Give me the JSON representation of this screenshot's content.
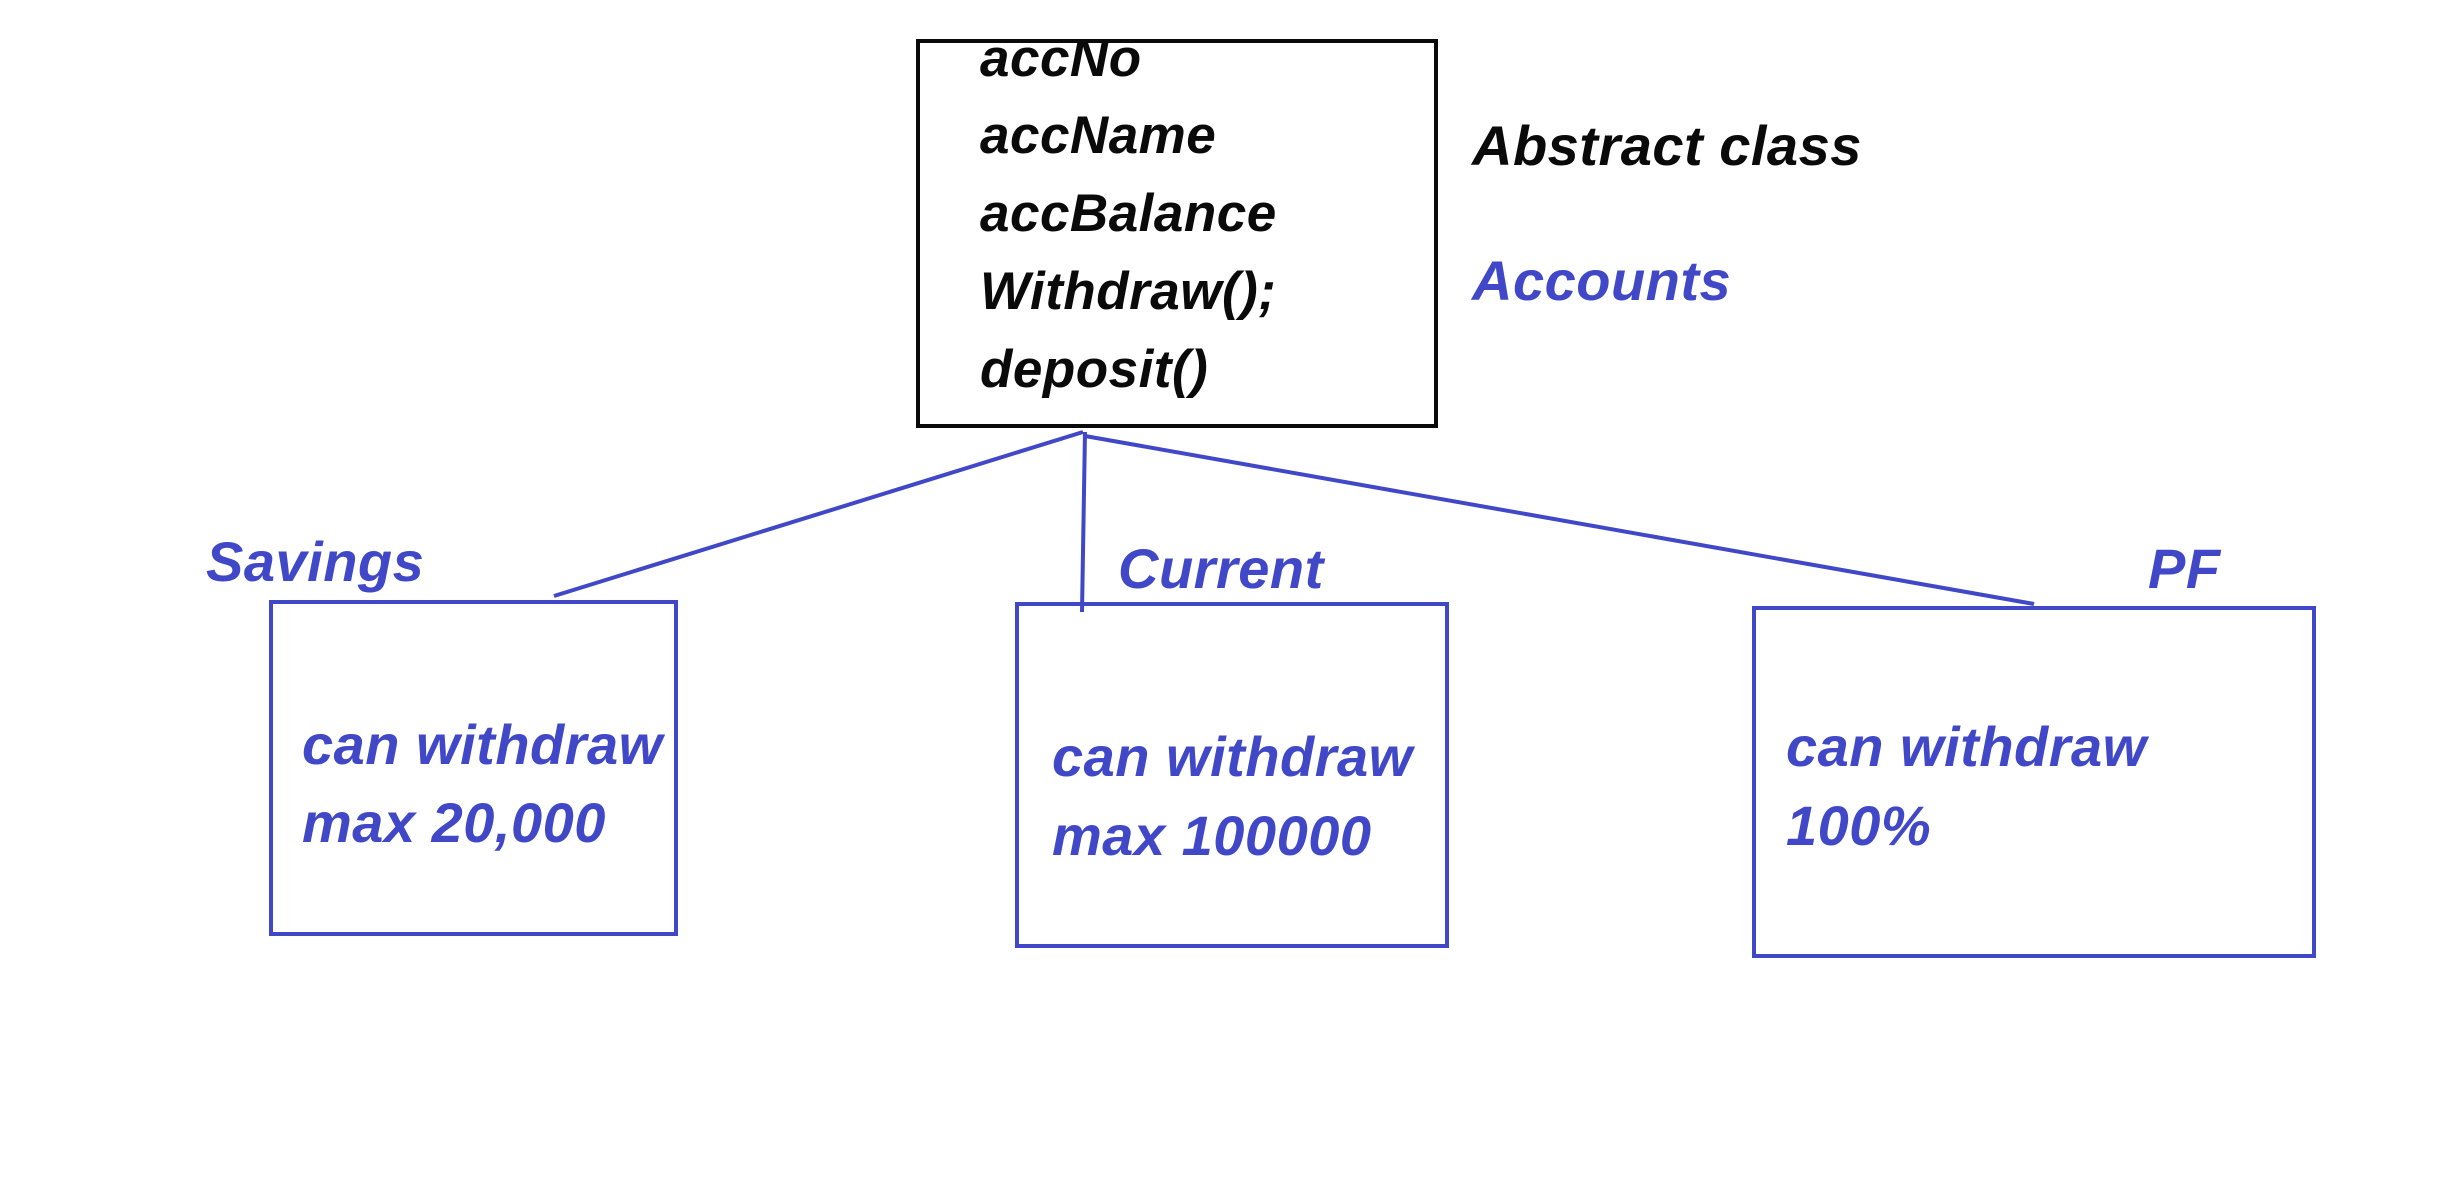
{
  "abstract_class": {
    "members": [
      "accNo",
      "accName",
      "accBalance",
      "Withdraw();",
      "deposit()"
    ],
    "type_label": "Abstract class",
    "name": "Accounts"
  },
  "subclasses": [
    {
      "name": "Savings",
      "line1": "can withdraw",
      "line2": "max 20,000"
    },
    {
      "name": "Current",
      "line1": "can withdraw",
      "line2": "max 100000"
    },
    {
      "name": "PF",
      "line1": "can withdraw",
      "line2": "100%"
    }
  ],
  "colors": {
    "ink_black": "#0a0a0a",
    "ink_blue": "#4048c8"
  }
}
